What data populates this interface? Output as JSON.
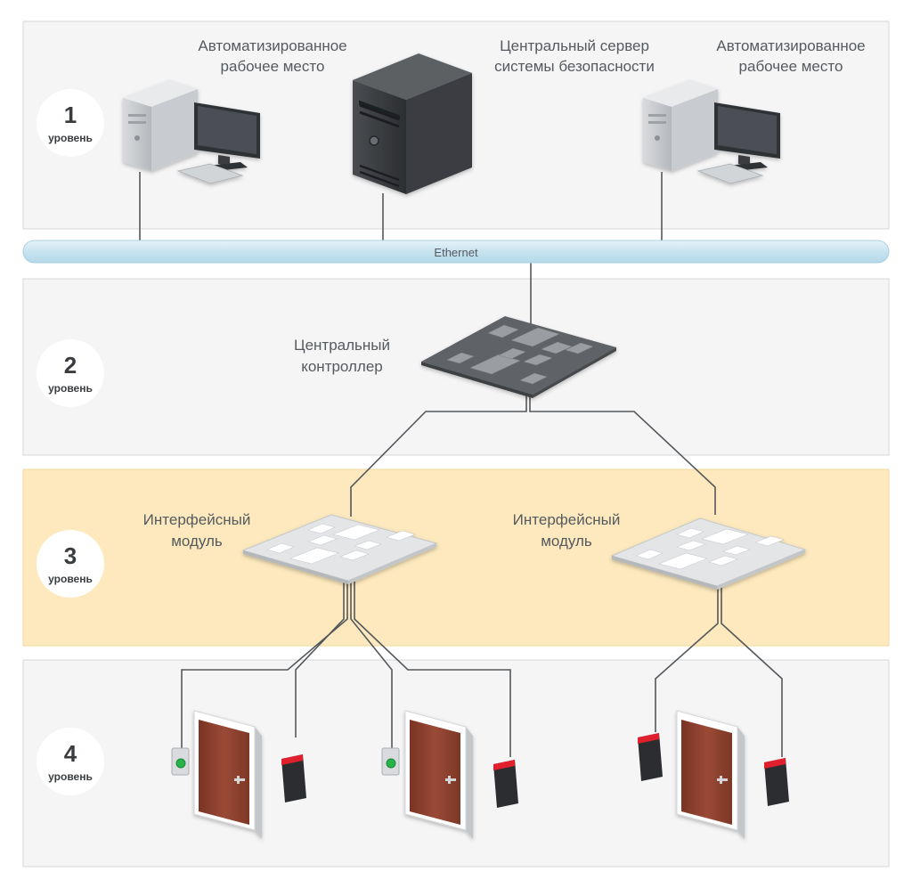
{
  "level_word": "уровень",
  "levels": [
    {
      "number": "1"
    },
    {
      "number": "2"
    },
    {
      "number": "3"
    },
    {
      "number": "4"
    }
  ],
  "labels": {
    "workstation_left": [
      "Автоматизированное",
      "рабочее место"
    ],
    "server": [
      "Центральный сервер",
      "системы безопасности"
    ],
    "workstation_right": [
      "Автоматизированное",
      "рабочее место"
    ],
    "controller": [
      "Центральный",
      "контроллер"
    ],
    "module_left": [
      "Интерфейсный",
      "модуль"
    ],
    "module_right": [
      "Интерфейсный",
      "модуль"
    ],
    "ethernet": "Ethernet"
  },
  "colors": {
    "panel_bg": "#f5f5f6",
    "panel_border": "#d6d8da",
    "level3_bg": "#fde9bd",
    "ethernet_bar": "#cfe7f2",
    "door": "#8b3e2c",
    "reader_led": "#e0202c",
    "exit_button_led": "#27b34a"
  }
}
